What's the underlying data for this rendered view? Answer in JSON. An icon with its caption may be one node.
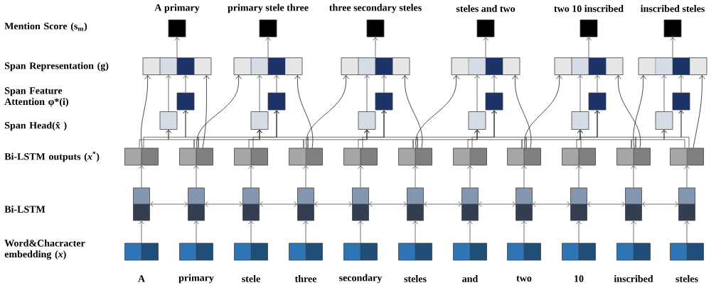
{
  "diagram": {
    "nodes": [
      {
        "text": [],
        "shape": "box",
        "beside": [
          "A"
        ]
      },
      {
        "text": [],
        "shape": "box"
      },
      {
        "text": [],
        "shape": "box"
      },
      {
        "text": [],
        "shape": "box",
        "beside": [
          "primary"
        ]
      },
      {
        "text": [],
        "shape": "box"
      },
      {
        "text": [],
        "shape": "box"
      },
      {
        "text": [],
        "shape": "box",
        "beside": [
          "stele"
        ]
      },
      {
        "text": [],
        "shape": "box"
      },
      {
        "text": [],
        "shape": "box"
      },
      {
        "text": [],
        "shape": "box",
        "beside": [
          "three"
        ]
      },
      {
        "text": [],
        "shape": "box"
      },
      {
        "text": [],
        "shape": "box"
      },
      {
        "text": [],
        "shape": "box",
        "beside": [
          "secondary"
        ]
      },
      {
        "text": [],
        "shape": "box"
      },
      {
        "text": [],
        "shape": "box"
      },
      {
        "text": [],
        "shape": "box",
        "beside": [
          "steles"
        ]
      },
      {
        "text": [],
        "shape": "box"
      },
      {
        "text": [],
        "shape": "box"
      },
      {
        "text": [],
        "shape": "box",
        "beside": [
          "and"
        ]
      },
      {
        "text": [],
        "shape": "box"
      },
      {
        "text": [],
        "shape": "box"
      },
      {
        "text": [],
        "shape": "box",
        "beside": [
          "two"
        ]
      },
      {
        "text": [],
        "shape": "box"
      },
      {
        "text": [],
        "shape": "box"
      },
      {
        "text": [],
        "shape": "box",
        "beside": [
          "10"
        ]
      },
      {
        "text": [],
        "shape": "box"
      },
      {
        "text": [],
        "shape": "box"
      },
      {
        "text": [],
        "shape": "box",
        "beside": [
          "inscribed"
        ]
      },
      {
        "text": [],
        "shape": "box"
      },
      {
        "text": [],
        "shape": "box"
      },
      {
        "text": [],
        "shape": "box",
        "beside": [
          "steles"
        ]
      },
      {
        "text": [],
        "shape": "box"
      },
      {
        "text": [],
        "shape": "box"
      },
      {
        "text": [],
        "shape": "box",
        "beside": [
          "A primary"
        ]
      },
      {
        "text": [],
        "shape": "box"
      },
      {
        "text": [],
        "shape": "box"
      },
      {
        "text": [],
        "shape": "box"
      },
      {
        "text": [],
        "shape": "box",
        "beside": [
          "primary stele three"
        ]
      },
      {
        "text": [],
        "shape": "box"
      },
      {
        "text": [],
        "shape": "box"
      },
      {
        "text": [],
        "shape": "box"
      },
      {
        "text": [],
        "shape": "box",
        "beside": [
          "three secondary steles"
        ]
      },
      {
        "text": [],
        "shape": "box"
      },
      {
        "text": [],
        "shape": "box"
      },
      {
        "text": [],
        "shape": "box"
      },
      {
        "text": [],
        "shape": "box",
        "beside": [
          "steles and two"
        ]
      },
      {
        "text": [],
        "shape": "box"
      },
      {
        "text": [],
        "shape": "box"
      },
      {
        "text": [],
        "shape": "box"
      },
      {
        "text": [],
        "shape": "box",
        "beside": [
          "two 10 inscribed"
        ]
      },
      {
        "text": [],
        "shape": "box"
      },
      {
        "text": [],
        "shape": "box"
      },
      {
        "text": [],
        "shape": "box"
      },
      {
        "text": [],
        "shape": "box",
        "beside": [
          "inscribed steles"
        ]
      },
      {
        "text": [],
        "shape": "box"
      },
      {
        "text": [],
        "shape": "box"
      },
      {
        "text": [],
        "shape": "box"
      }
    ],
    "edges": [
      {
        "from": 0,
        "to": 1,
        "arrow": "to"
      },
      {
        "from": 3,
        "to": 4,
        "arrow": "to"
      },
      {
        "from": 6,
        "to": 7,
        "arrow": "to"
      },
      {
        "from": 9,
        "to": 10,
        "arrow": "to"
      },
      {
        "from": 12,
        "to": 13,
        "arrow": "to"
      },
      {
        "from": 15,
        "to": 16,
        "arrow": "to"
      },
      {
        "from": 18,
        "to": 19,
        "arrow": "to"
      },
      {
        "from": 21,
        "to": 22,
        "arrow": "to"
      },
      {
        "from": 24,
        "to": 25,
        "arrow": "to"
      },
      {
        "from": 27,
        "to": 28,
        "arrow": "to"
      },
      {
        "from": 30,
        "to": 31,
        "arrow": "to"
      },
      {
        "from": 1,
        "to": 2,
        "arrow": "to"
      },
      {
        "from": 4,
        "to": 5,
        "arrow": "to"
      },
      {
        "from": 7,
        "to": 8,
        "arrow": "to"
      },
      {
        "from": 10,
        "to": 11,
        "arrow": "to"
      },
      {
        "from": 13,
        "to": 14,
        "arrow": "to"
      },
      {
        "from": 16,
        "to": 17,
        "arrow": "to"
      },
      {
        "from": 19,
        "to": 20,
        "arrow": "to"
      },
      {
        "from": 22,
        "to": 23,
        "arrow": "to"
      },
      {
        "from": 25,
        "to": 26,
        "arrow": "to"
      },
      {
        "from": 28,
        "to": 29,
        "arrow": "to"
      },
      {
        "from": 31,
        "to": 32,
        "arrow": "to"
      },
      {
        "from": 1,
        "to": 4,
        "arrow": "both"
      },
      {
        "from": 4,
        "to": 7,
        "arrow": "both"
      },
      {
        "from": 7,
        "to": 10,
        "arrow": "both"
      },
      {
        "from": 10,
        "to": 13,
        "arrow": "both"
      },
      {
        "from": 13,
        "to": 16,
        "arrow": "both"
      },
      {
        "from": 16,
        "to": 19,
        "arrow": "both"
      },
      {
        "from": 19,
        "to": 22,
        "arrow": "both"
      },
      {
        "from": 22,
        "to": 25,
        "arrow": "both"
      },
      {
        "from": 25,
        "to": 28,
        "arrow": "both"
      },
      {
        "from": 28,
        "to": 31,
        "arrow": "both"
      },
      {
        "from": 34,
        "to": 33,
        "arrow": "to"
      },
      {
        "from": 36,
        "to": 34,
        "arrow": "to"
      },
      {
        "from": 35,
        "to": 34,
        "arrow": "to"
      },
      {
        "from": 2,
        "to": 34,
        "arrow": "to"
      },
      {
        "from": 5,
        "to": 34,
        "arrow": "to"
      },
      {
        "from": 2,
        "to": 36,
        "arrow": "to"
      },
      {
        "from": 5,
        "to": 36,
        "arrow": "to"
      },
      {
        "from": 2,
        "to": 35,
        "arrow": "to"
      },
      {
        "from": 5,
        "to": 35,
        "arrow": "to"
      },
      {
        "from": 38,
        "to": 37,
        "arrow": "to"
      },
      {
        "from": 40,
        "to": 38,
        "arrow": "to"
      },
      {
        "from": 39,
        "to": 38,
        "arrow": "to"
      },
      {
        "from": 5,
        "to": 38,
        "arrow": "to"
      },
      {
        "from": 11,
        "to": 38,
        "arrow": "to"
      },
      {
        "from": 5,
        "to": 40,
        "arrow": "to"
      },
      {
        "from": 8,
        "to": 40,
        "arrow": "to"
      },
      {
        "from": 11,
        "to": 40,
        "arrow": "to"
      },
      {
        "from": 5,
        "to": 39,
        "arrow": "to"
      },
      {
        "from": 8,
        "to": 39,
        "arrow": "to"
      },
      {
        "from": 11,
        "to": 39,
        "arrow": "to"
      },
      {
        "from": 42,
        "to": 41,
        "arrow": "to"
      },
      {
        "from": 44,
        "to": 42,
        "arrow": "to"
      },
      {
        "from": 43,
        "to": 42,
        "arrow": "to"
      },
      {
        "from": 11,
        "to": 42,
        "arrow": "to"
      },
      {
        "from": 17,
        "to": 42,
        "arrow": "to"
      },
      {
        "from": 11,
        "to": 44,
        "arrow": "to"
      },
      {
        "from": 14,
        "to": 44,
        "arrow": "to"
      },
      {
        "from": 17,
        "to": 44,
        "arrow": "to"
      },
      {
        "from": 11,
        "to": 43,
        "arrow": "to"
      },
      {
        "from": 14,
        "to": 43,
        "arrow": "to"
      },
      {
        "from": 17,
        "to": 43,
        "arrow": "to"
      },
      {
        "from": 46,
        "to": 45,
        "arrow": "to"
      },
      {
        "from": 48,
        "to": 46,
        "arrow": "to"
      },
      {
        "from": 47,
        "to": 46,
        "arrow": "to"
      },
      {
        "from": 17,
        "to": 46,
        "arrow": "to"
      },
      {
        "from": 23,
        "to": 46,
        "arrow": "to"
      },
      {
        "from": 17,
        "to": 48,
        "arrow": "to"
      },
      {
        "from": 20,
        "to": 48,
        "arrow": "to"
      },
      {
        "from": 23,
        "to": 48,
        "arrow": "to"
      },
      {
        "from": 17,
        "to": 47,
        "arrow": "to"
      },
      {
        "from": 20,
        "to": 47,
        "arrow": "to"
      },
      {
        "from": 23,
        "to": 47,
        "arrow": "to"
      },
      {
        "from": 50,
        "to": 49,
        "arrow": "to"
      },
      {
        "from": 52,
        "to": 50,
        "arrow": "to"
      },
      {
        "from": 51,
        "to": 50,
        "arrow": "to"
      },
      {
        "from": 23,
        "to": 50,
        "arrow": "to"
      },
      {
        "from": 29,
        "to": 50,
        "arrow": "to"
      },
      {
        "from": 23,
        "to": 52,
        "arrow": "to"
      },
      {
        "from": 26,
        "to": 52,
        "arrow": "to"
      },
      {
        "from": 29,
        "to": 52,
        "arrow": "to"
      },
      {
        "from": 23,
        "to": 51,
        "arrow": "to"
      },
      {
        "from": 26,
        "to": 51,
        "arrow": "to"
      },
      {
        "from": 29,
        "to": 51,
        "arrow": "to"
      },
      {
        "from": 54,
        "to": 53,
        "arrow": "to"
      },
      {
        "from": 56,
        "to": 54,
        "arrow": "to"
      },
      {
        "from": 55,
        "to": 54,
        "arrow": "to"
      },
      {
        "from": 29,
        "to": 54,
        "arrow": "to"
      },
      {
        "from": 32,
        "to": 54,
        "arrow": "to"
      },
      {
        "from": 29,
        "to": 56,
        "arrow": "to"
      },
      {
        "from": 32,
        "to": 56,
        "arrow": "to"
      },
      {
        "from": 29,
        "to": 55,
        "arrow": "to"
      },
      {
        "from": 32,
        "to": 55,
        "arrow": "to"
      }
    ],
    "labels": [
      "Mention Score (s$_{m}$)",
      "Span Representation (g)",
      "Span Feature Attention φ*(i)",
      "Span Head(x̂ )",
      "Bi-LSTM outputs (*x*$^{*}$)",
      "Bi-LSTM",
      "Word&Chacracter embedding (*x*)"
    ]
  }
}
